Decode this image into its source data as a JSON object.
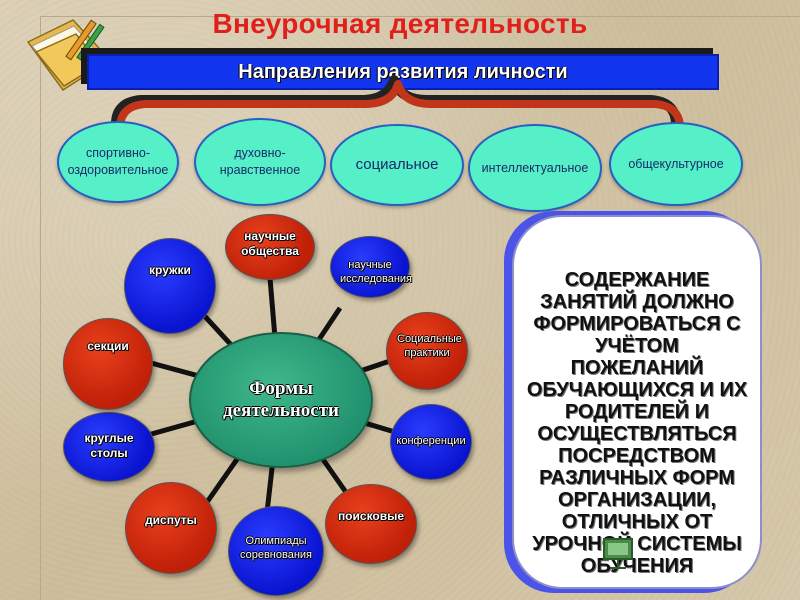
{
  "header": {
    "title": "Внеурочная деятельность",
    "banner": "Направления развития личности"
  },
  "directions": [
    {
      "label": "спортивно-оздоровительное"
    },
    {
      "label": "духовно-нравственное"
    },
    {
      "label": "социальное"
    },
    {
      "label": "интеллектуальное"
    },
    {
      "label": "общекультурное"
    }
  ],
  "diagram": {
    "center": "Формы деятельности",
    "nodes": [
      {
        "label": "научные общества",
        "color": "red"
      },
      {
        "label": "научные исследования",
        "color": "blue"
      },
      {
        "label": "Социальные практики",
        "color": "red"
      },
      {
        "label": "конференции",
        "color": "blue"
      },
      {
        "label": "поисковые",
        "color": "red"
      },
      {
        "label": "Олимпиады соревнования",
        "color": "blue"
      },
      {
        "label": "диспуты",
        "color": "red"
      },
      {
        "label": "круглые столы",
        "color": "blue"
      },
      {
        "label": "секции",
        "color": "red"
      },
      {
        "label": "кружки",
        "color": "blue"
      }
    ]
  },
  "info": {
    "text": "СОДЕРЖАНИЕ ЗАНЯТИЙ ДОЛЖНО ФОРМИРОВАТЬСЯ С УЧЁТОМ ПОЖЕЛАНИЙ ОБУЧАЮЩИХСЯ И ИХ РОДИТЕЛЕЙ И ОСУЩЕСТВЛЯТЬСЯ ПОСРЕДСТВОМ РАЗЛИЧНЫХ ФОРМ ОРГАНИЗАЦИИ, ОТЛИЧНЫХ ОТ УРОЧНОЙ СИСТЕМЫ ОБУЧЕНИЯ"
  },
  "colors": {
    "title": "#e0201a",
    "banner": "#1235f0",
    "bubble": "#55f0c8",
    "red_node": "#d8300f",
    "blue_node": "#1a20e8",
    "center": "#2aa07a"
  },
  "icons": [
    "folder-icon",
    "presentation-icon"
  ]
}
